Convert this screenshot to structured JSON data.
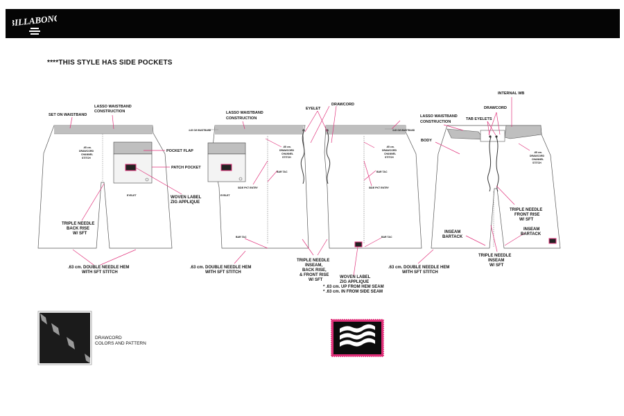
{
  "brand": {
    "logo_text": "BILLABONG"
  },
  "note": "****THIS STYLE HAS SIDE POCKETS",
  "labels": {
    "set_on_waistband": "SET ON WAISTBAND",
    "lasso_wb_left_1": "LASSO WAISTBAND",
    "lasso_wb_left_2": "CONSTRUCTION",
    "pocket_flap": "POCKET FLAP",
    "patch_pocket": "PATCH POCKET",
    "eyelet_small_left": "EYELET",
    "channel_stitch_left_1": ".65 cm.",
    "channel_stitch_left_2": "DRAWCORD",
    "channel_stitch_left_3": "CHANNEL",
    "channel_stitch_left_4": "STITCH",
    "woven_label_zig_1": "WOVEN LABEL",
    "woven_label_zig_2": "ZIG APPLIQUE",
    "triple_needle_back_1": "TRIPLE NEEDLE",
    "triple_needle_back_2": "BACK RISE",
    "triple_needle_back_3": "W/ SFT",
    "hem_left_1": ".63 cm. DOUBLE NEEDLE HEM",
    "hem_left_2": "WITH SFT STITCH",
    "lasso_wb_mid_1": "LASSO WAISTBAND",
    "lasso_wb_mid_2": "CONSTRUCTION",
    "wb_height_mid_left": "4.45 CM WAISTBAND",
    "eyelet_top": "EYELET",
    "drawcord_top": "DRAWCORD",
    "channel_stitch_mid_1": ".65 cm.",
    "channel_stitch_mid_2": "DRAWCORD",
    "channel_stitch_mid_3": "CHANNEL",
    "channel_stitch_mid_4": "STITCH",
    "bar_tac_mid_upper": "BAR TAC",
    "side_pkt_entry_mid": "SIDE PKT ENTRY",
    "eyelet_small_mid": "EYELET",
    "bar_tac_mid_lower": "BAR TAC",
    "hem_mid_1": ".63 cm. DOUBLE NEEDLE HEM",
    "hem_mid_2": "WITH SFT STITCH",
    "triple_inseam_1": "TRIPLE NEEDLE",
    "triple_inseam_2": "INSEAM,",
    "triple_inseam_3": "BACK RISE,",
    "triple_inseam_4": "& FRONT RISE",
    "triple_inseam_5": "W/ SFT",
    "woven_label_mid_1": "WOVEN LABEL",
    "woven_label_mid_2": "ZIG APPLIQUE",
    "woven_label_mid_3": "* .63 cm. UP FROM HEM SEAM",
    "woven_label_mid_4": "* .63 cm. IN FROM SIDE SEAM",
    "wb_height_mid_right": "4.45 CM WAISTBAND",
    "channel_stitch_r_1": ".65 cm.",
    "channel_stitch_r_2": "DRAWCORD",
    "channel_stitch_r_3": "CHANNEL",
    "channel_stitch_r_4": "STITCH",
    "bar_tac_r_upper": "BAR TAC",
    "side_pkt_entry_r": "SIDE PKT ENTRY",
    "bar_tac_r_lower": "BAR TAC",
    "hem_right_1": ".63 cm. DOUBLE NEEDLE HEM",
    "hem_right_2": "WITH SFT STITCH",
    "lasso_wb_right_1": "LASSO WAISTBAND",
    "lasso_wb_right_2": "CONSTRUCTION",
    "internal_wb": "INTERNAL WB",
    "drawcord_right": "DRAWCORD",
    "tab_eyelets": "TAB EYELETS",
    "body": "BODY",
    "channel_stitch_rr_1": ".65 cm.",
    "channel_stitch_rr_2": "DRAWCORD",
    "channel_stitch_rr_3": "CHANNEL",
    "channel_stitch_rr_4": "STITCH",
    "triple_front_1": "TRIPLE NEEDLE",
    "triple_front_2": "FRONT RISE",
    "triple_front_3": "W/ SFT",
    "inseam_bartack_l_1": "INSEAM",
    "inseam_bartack_l_2": "BARTACK",
    "inseam_bartack_r_1": "INSEAM",
    "inseam_bartack_r_2": "BARTACK",
    "triple_inseam_r_1": "TRIPLE NEEDLE",
    "triple_inseam_r_2": "INSEAM",
    "triple_inseam_r_3": "W/ SFT"
  },
  "swatch": {
    "caption_1": "DRAWCORD",
    "caption_2": "COLORS AND PATTERN"
  },
  "colors": {
    "waistband": "#bfbfbf",
    "leader": "#e0317a",
    "black": "#050505"
  }
}
